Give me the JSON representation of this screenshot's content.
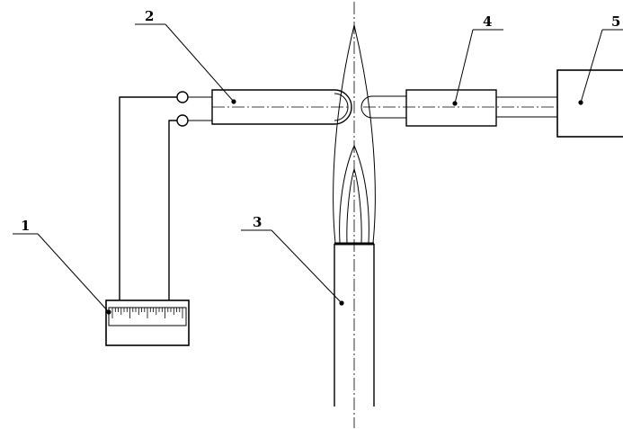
{
  "labels": {
    "gauge": "1",
    "left_probe": "2",
    "burner_tube": "3",
    "right_probe": "4",
    "instrument": "5"
  }
}
